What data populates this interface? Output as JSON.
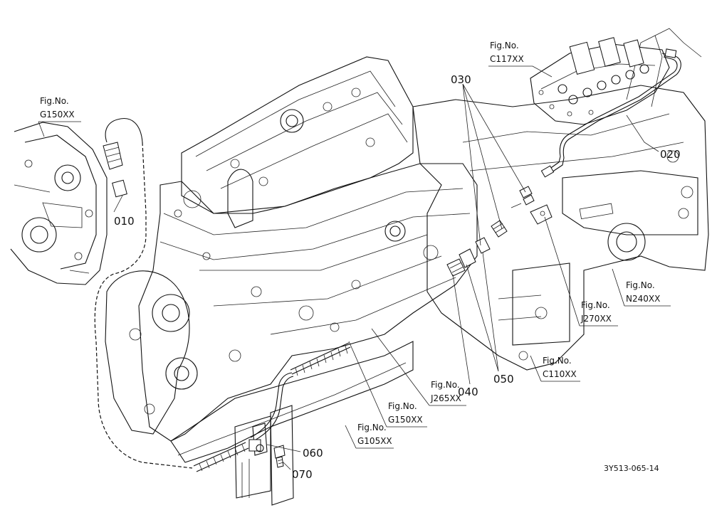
{
  "references": [
    {
      "id": "g150-left",
      "line1": "Fig.No.",
      "line2": "G150XX"
    },
    {
      "id": "c117",
      "line1": "Fig.No.",
      "line2": "C117XX"
    },
    {
      "id": "n240",
      "line1": "Fig.No.",
      "line2": "N240XX"
    },
    {
      "id": "j270",
      "line1": "Fig.No.",
      "line2": "J270XX"
    },
    {
      "id": "c110",
      "line1": "Fig.No.",
      "line2": "C110XX"
    },
    {
      "id": "j265",
      "line1": "Fig.No.",
      "line2": "J265XX"
    },
    {
      "id": "g150-bottom",
      "line1": "Fig.No.",
      "line2": "G150XX"
    },
    {
      "id": "g105",
      "line1": "Fig.No.",
      "line2": "G105XX"
    }
  ],
  "parts": [
    "010",
    "020",
    "030",
    "040",
    "050",
    "060",
    "070"
  ],
  "drawing_code": "3Y513-065-14"
}
